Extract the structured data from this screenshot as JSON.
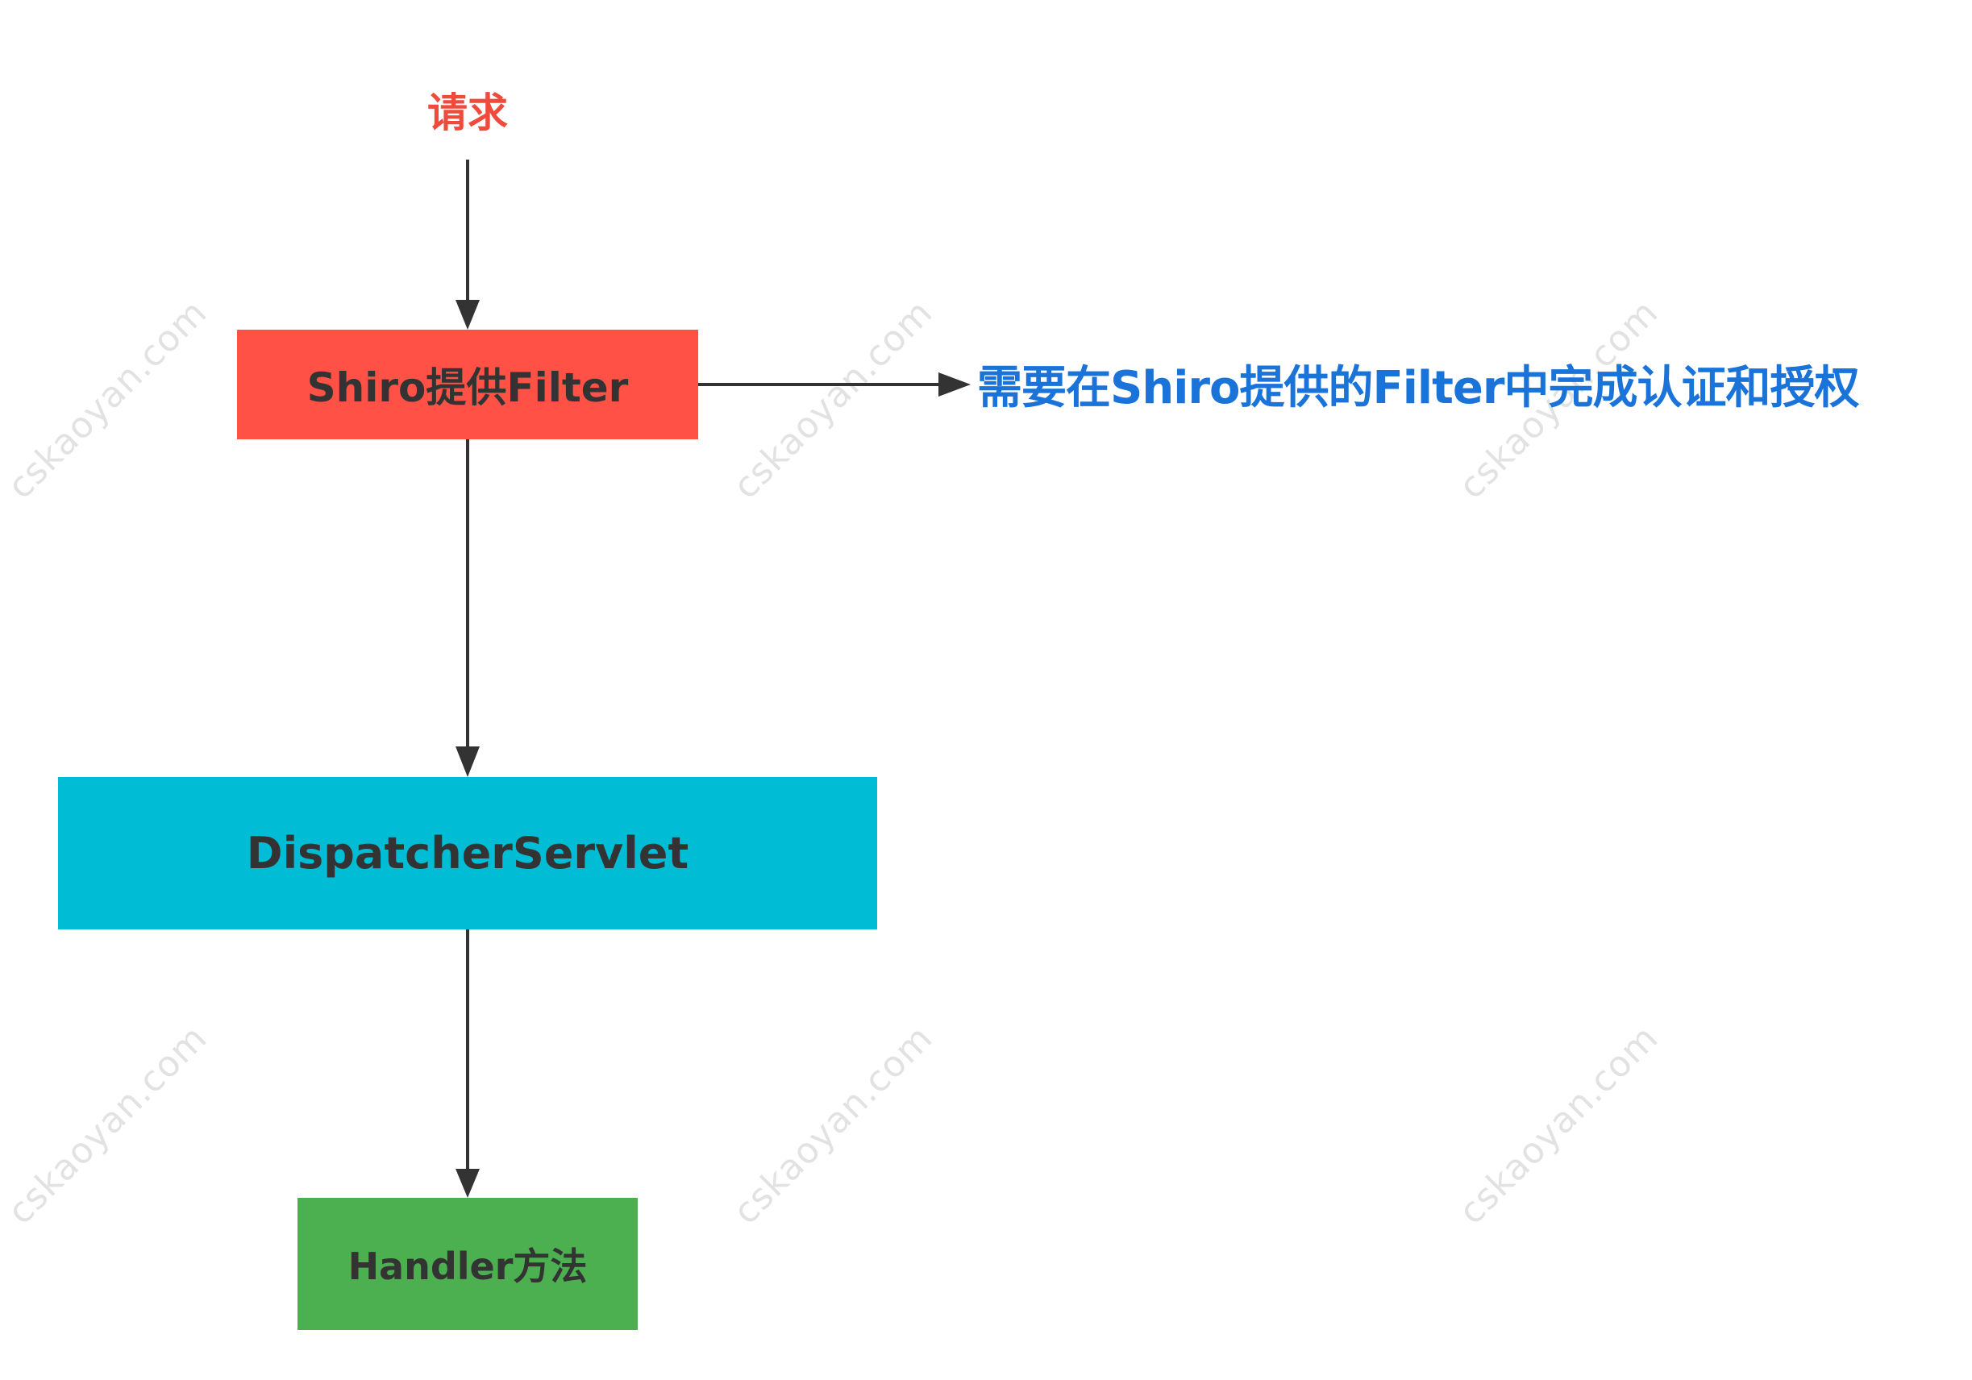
{
  "diagram": {
    "request_label": "请求",
    "note_label": "需要在Shiro提供的Filter中完成认证和授权",
    "nodes": {
      "filter": "Shiro提供Filter",
      "dispatcher": "DispatcherServlet",
      "handler": "Handler方法"
    },
    "edges": [
      {
        "from": "请求",
        "to": "Shiro提供Filter"
      },
      {
        "from": "Shiro提供Filter",
        "to": "DispatcherServlet"
      },
      {
        "from": "DispatcherServlet",
        "to": "Handler方法"
      },
      {
        "from": "Shiro提供Filter",
        "to": "需要在Shiro提供的Filter中完成认证和授权"
      }
    ]
  },
  "watermark": {
    "text": "cskaoyan.com"
  },
  "colors": {
    "request_text": "#EE4B3C",
    "filter_fill": "#FF5145",
    "dispatcher_fill": "#00BCD4",
    "handler_fill": "#4CAF50",
    "note_text": "#1A73D9",
    "arrow": "#333333",
    "node_text": "#333333"
  }
}
